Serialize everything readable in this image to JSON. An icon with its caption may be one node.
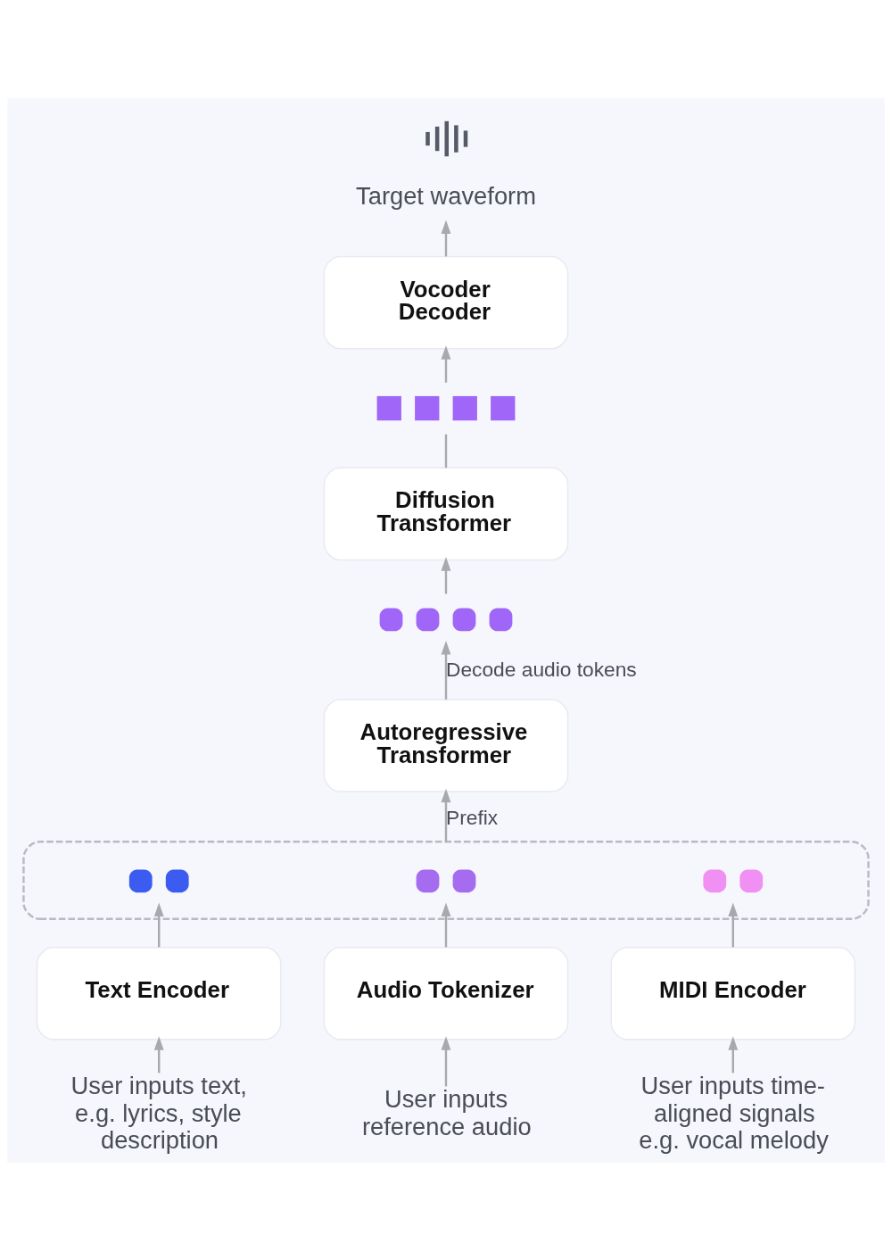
{
  "diagram": {
    "nodes": [
      {
        "text": [
          "Target waveform"
        ]
      },
      {
        "text": [
          "Vocoder Decoder"
        ]
      },
      {
        "text": [],
        "shape": "box"
      },
      {
        "text": [
          "Diffusion Transformer"
        ]
      },
      {
        "text": [],
        "shape": "circle"
      },
      {
        "text": [
          "Autoregressive Transformer"
        ]
      },
      {
        "text": [],
        "shape": "box"
      },
      {
        "text": [],
        "shape": "circle",
        "in": 6
      },
      {
        "text": [],
        "shape": "circle",
        "in": 6
      },
      {
        "text": [],
        "shape": "circle",
        "in": 6
      },
      {
        "text": [
          "Text Encoder"
        ]
      },
      {
        "text": [
          "Audio Tokenizer"
        ]
      },
      {
        "text": [
          "MIDI Encoder"
        ]
      },
      {
        "text": [
          "User inputs text, e.g. lyrics, style description"
        ]
      },
      {
        "text": [
          "User inputs reference audio"
        ]
      },
      {
        "text": [
          "User inputs time-aligned signals e.g. vocal melody"
        ]
      }
    ],
    "edges": [
      {
        "from": 1,
        "to": 0,
        "arrow": "to"
      },
      {
        "from": 3,
        "to": 2,
        "arrow": "none"
      },
      {
        "from": 2,
        "to": 1,
        "arrow": "to"
      },
      {
        "from": 4,
        "to": 3,
        "arrow": "to"
      },
      {
        "from": 5,
        "to": 4,
        "arrow": "to",
        "label": "Decode audio tokens"
      },
      {
        "from": 6,
        "to": 5,
        "arrow": "to",
        "label": "Prefix"
      },
      {
        "from": 10,
        "to": 7,
        "arrow": "to"
      },
      {
        "from": 11,
        "to": 8,
        "arrow": "to"
      },
      {
        "from": 12,
        "to": 9,
        "arrow": "to"
      },
      {
        "from": 13,
        "to": 10,
        "arrow": "to"
      },
      {
        "from": 14,
        "to": 11,
        "arrow": "to"
      },
      {
        "from": 15,
        "to": 12,
        "arrow": "to"
      }
    ]
  }
}
